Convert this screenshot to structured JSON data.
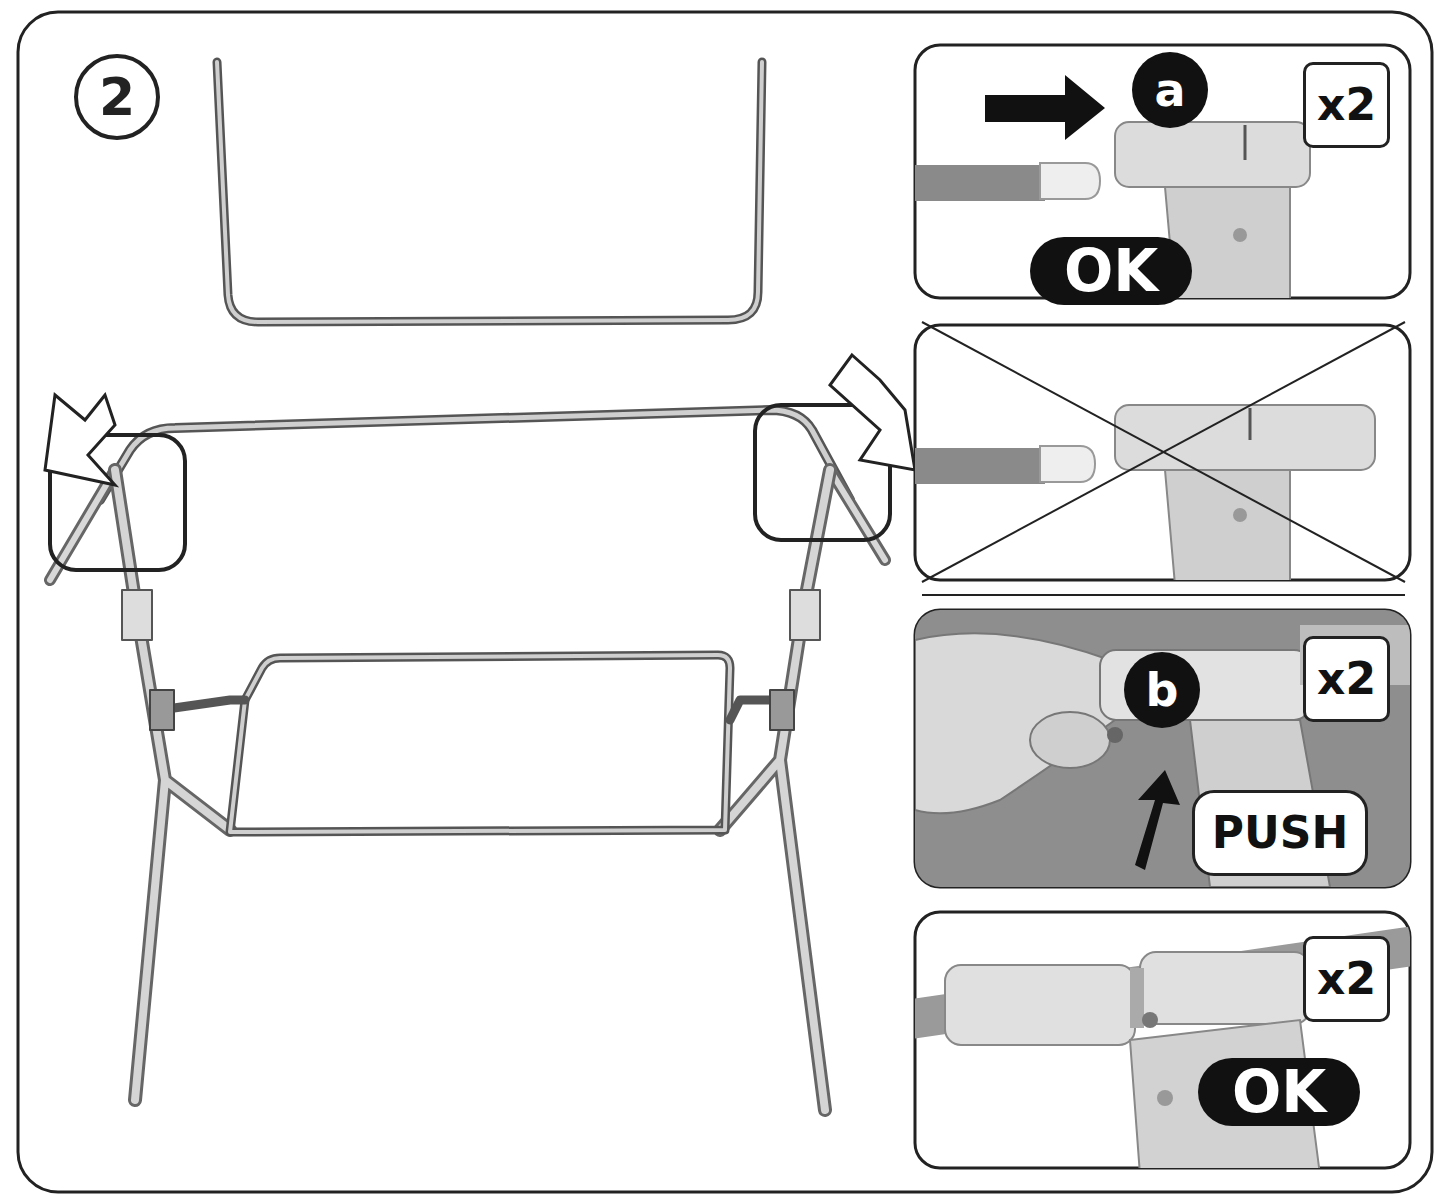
{
  "diagram": {
    "nodes": [
      {
        "text": [
          "2"
        ]
      },
      {
        "text": [
          "a"
        ]
      },
      {
        "text": [
          "x2"
        ]
      },
      {
        "text": [
          "OK"
        ]
      },
      {
        "text": [
          "b"
        ]
      },
      {
        "text": [
          "x2"
        ]
      },
      {
        "text": [
          "PUSH"
        ]
      },
      {
        "text": [
          "x2"
        ]
      },
      {
        "text": [
          "OK"
        ]
      }
    ]
  }
}
